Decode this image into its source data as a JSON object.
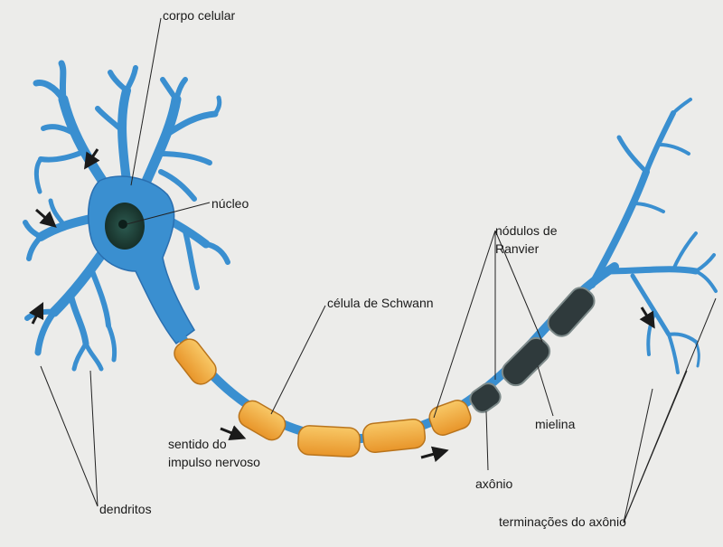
{
  "labels": {
    "corpo_celular": "corpo celular",
    "nucleo": "núcleo",
    "nodulos_line1": "nódulos de",
    "nodulos_line2": "Ranvier",
    "celula_schwann": "célula de Schwann",
    "mielina": "mielina",
    "sentido_line1": "sentido do",
    "sentido_line2": "impulso nervoso",
    "axonio": "axônio",
    "dendritos": "dendritos",
    "terminacoes": "terminações do axônio"
  },
  "colors": {
    "background": "#ececea",
    "neuron_blue": "#3a8fd0",
    "neuron_blue_dark": "#2a6fb0",
    "nucleus": "#1f3f3a",
    "schwann_orange": "#f2a93b",
    "schwann_light": "#f8c866",
    "myelin_dark": "#2f3a3c",
    "leader_line": "#222222"
  }
}
